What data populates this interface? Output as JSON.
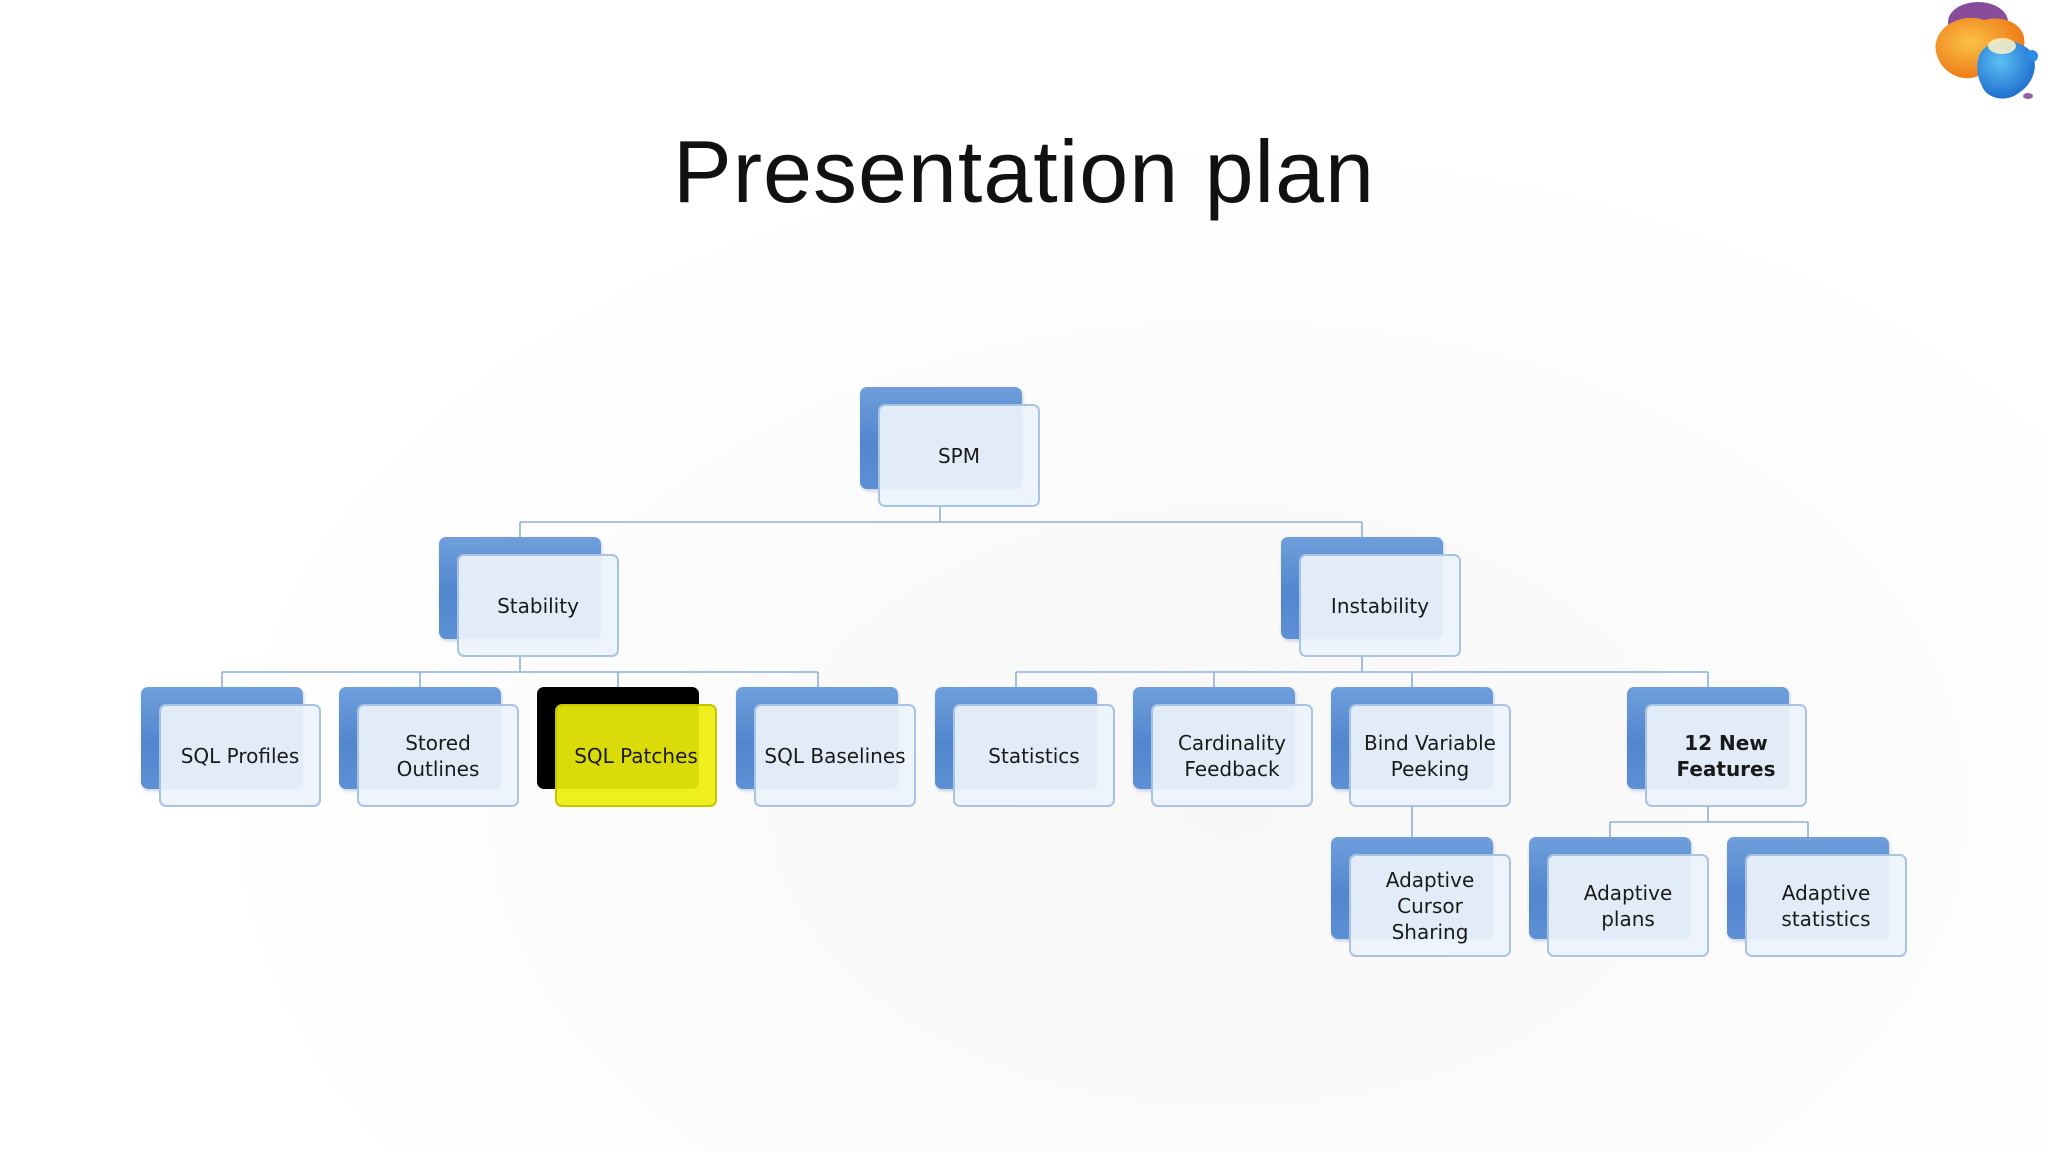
{
  "slide": {
    "title": "Presentation plan"
  },
  "logo": {
    "icon": "colorful-blob-logo",
    "colors": [
      "#f39a1e",
      "#2d8fe0",
      "#7a3da0"
    ]
  },
  "diagram": {
    "accent_color": "#5b8fd4",
    "highlight_color": "#ecec0a",
    "nodes": {
      "spm": {
        "label": "SPM"
      },
      "stability": {
        "label": "Stability"
      },
      "instability": {
        "label": "Instability"
      },
      "sql_profiles": {
        "label": "SQL Profiles"
      },
      "stored_outlines": {
        "label": "Stored\nOutlines"
      },
      "sql_patches": {
        "label": "SQL Patches",
        "highlighted": true
      },
      "sql_baselines": {
        "label": "SQL Baselines"
      },
      "statistics": {
        "label": "Statistics"
      },
      "cardinality_feedback": {
        "label": "Cardinality\nFeedback"
      },
      "bind_variable_peeking": {
        "label": "Bind Variable\nPeeking"
      },
      "new_features": {
        "label": "12 New\nFeatures",
        "bold": true
      },
      "adaptive_cursor_sharing": {
        "label": "Adaptive\nCursor Sharing"
      },
      "adaptive_plans": {
        "label": "Adaptive plans"
      },
      "adaptive_statistics": {
        "label": "Adaptive\nstatistics"
      }
    }
  }
}
